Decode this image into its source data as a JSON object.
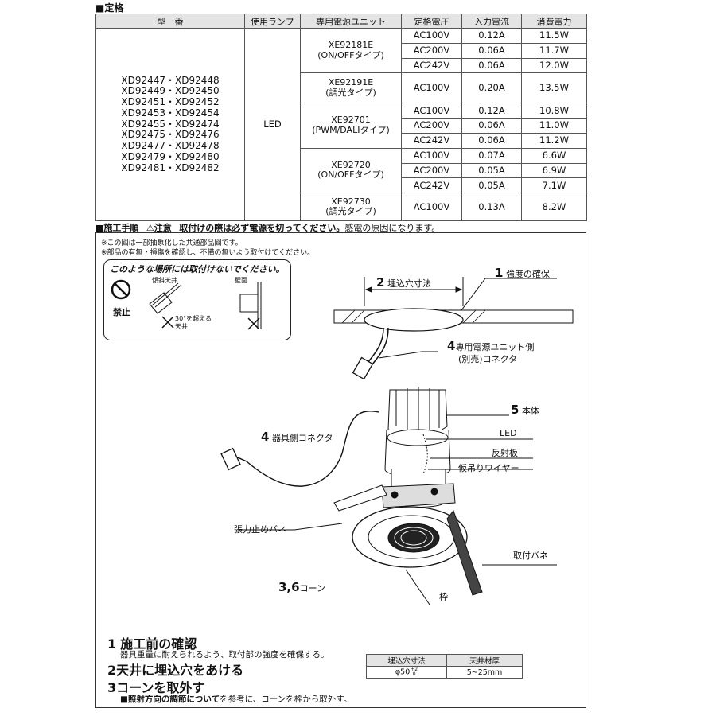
{
  "spec": {
    "section_title": "■定格",
    "headers": [
      "型　番",
      "使用ランプ",
      "専用電源ユニット",
      "定格電圧",
      "入力電流",
      "消費電力"
    ],
    "models": [
      "XD92447・XD92448",
      "XD92449・XD92450",
      "XD92451・XD92452",
      "XD92453・XD92454",
      "XD92455・XD92474",
      "XD92475・XD92476",
      "XD92477・XD92478",
      "XD92479・XD92480",
      "XD92481・XD92482"
    ],
    "lamp": "LED",
    "units": [
      {
        "name": "XE92181E",
        "sub": "(ON/OFFタイプ)",
        "rows": [
          [
            "AC100V",
            "0.12A",
            "11.5W"
          ],
          [
            "AC200V",
            "0.06A",
            "11.7W"
          ],
          [
            "AC242V",
            "0.06A",
            "12.0W"
          ]
        ]
      },
      {
        "name": "XE92191E",
        "sub": "(調光タイプ)",
        "rows": [
          [
            "AC100V",
            "0.20A",
            "13.5W"
          ]
        ]
      },
      {
        "name": "XE92701",
        "sub": "(PWM/DALIタイプ)",
        "rows": [
          [
            "AC100V",
            "0.12A",
            "10.8W"
          ],
          [
            "AC200V",
            "0.06A",
            "11.0W"
          ],
          [
            "AC242V",
            "0.06A",
            "11.2W"
          ]
        ]
      },
      {
        "name": "XE92720",
        "sub": "(ON/OFFタイプ)",
        "rows": [
          [
            "AC100V",
            "0.07A",
            "6.6W"
          ],
          [
            "AC200V",
            "0.05A",
            "6.9W"
          ],
          [
            "AC242V",
            "0.05A",
            "7.1W"
          ]
        ]
      },
      {
        "name": "XE92730",
        "sub": "(調光タイプ)",
        "rows": [
          [
            "AC100V",
            "0.13A",
            "8.2W"
          ]
        ]
      }
    ]
  },
  "procedure": {
    "title": "■施工手順",
    "caution": "⚠注意",
    "caution_bold": "取付けの際は必ず電源を切ってください。",
    "caution_tail": "感電の原因になります。",
    "note1": "※この図は一部抽象化した共通部品図です。",
    "note2": "※部品の有無・損傷を確認し、不備の無いよう取付けてください。",
    "warn_title": "このような場所には取付けないでください。",
    "warn_prohibit": "禁止",
    "warn_slope": "傾斜天井",
    "warn_wall": "壁面",
    "warn_angle": "30°を超える天井",
    "callouts": {
      "c1_num": "1",
      "c1_text": "強度の確保",
      "c2_num": "2",
      "c2_text": "埋込穴寸法",
      "c4a_num": "4",
      "c4a_text1": "専用電源ユニット側",
      "c4a_text2": "(別売)コネクタ",
      "c5_num": "5",
      "c5_text": "本体",
      "c4b_num": "4",
      "c4b_text": "器具側コネクタ",
      "led": "LED",
      "reflector": "反射板",
      "wire": "仮吊りワイヤー",
      "spring_stop": "張力止めバネ",
      "mount_spring": "取付バネ",
      "c36_num": "3,6",
      "c36_text": "コーン",
      "frame": "枠"
    },
    "steps": [
      {
        "num": "1",
        "title": "施工前の確認",
        "desc": "器具重量に耐えられるよう、取付部の強度を確保する。"
      },
      {
        "num": "2",
        "title": "天井に埋込穴をあける",
        "desc": ""
      },
      {
        "num": "3",
        "title": "コーンを取外す",
        "desc_bold": "■照射方向の調節について",
        "desc": "を参考に、コーンを枠から取外す。"
      }
    ],
    "dim_table": {
      "h1": "埋込穴寸法",
      "h2": "天井材厚",
      "v1": "φ50",
      "v1_tol_plus": "+2",
      "v1_tol_minus": "0",
      "v2": "5~25mm"
    }
  }
}
